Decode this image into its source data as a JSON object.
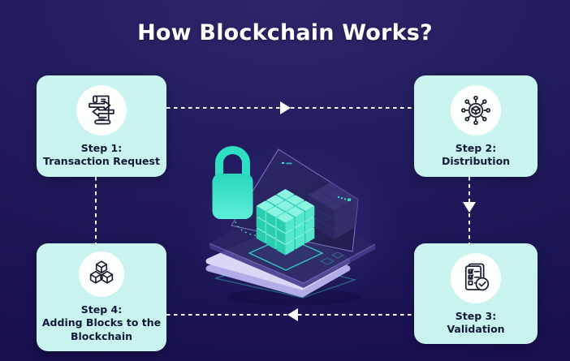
{
  "title": "How Blockchain Works?",
  "steps": [
    {
      "label": "Step 1:",
      "name": "Transaction Request",
      "icon": "transaction-request-icon"
    },
    {
      "label": "Step 2:",
      "name": "Distribution",
      "icon": "distribution-network-icon"
    },
    {
      "label": "Step 3:",
      "name": "Validation",
      "icon": "validation-checklist-icon"
    },
    {
      "label": "Step 4:",
      "name": "Adding Blocks to the\nBlockchain",
      "icon": "adding-blocks-icon"
    }
  ],
  "flow": {
    "top_connector": "arrow-right",
    "right_connector": "arrow-down",
    "bottom_connector": "arrow-left",
    "left_connector": "dashed-line"
  },
  "illustration": {
    "elements": [
      "padlock-icon",
      "isometric-laptop",
      "blockchain-cube-stack",
      "platform-slab"
    ]
  },
  "colors": {
    "background": "#221b5e",
    "card_background": "#c9f3ee",
    "card_text": "#111939",
    "title_text": "#ffffff",
    "arrow": "#ffffff",
    "teal_accent": "#35e2c6",
    "cube_top": "#8bf3e0",
    "cube_left": "#2acdb2",
    "cube_right": "#55e7cd",
    "platform": "#d9d7f5",
    "laptop_body": "#2a2565"
  }
}
